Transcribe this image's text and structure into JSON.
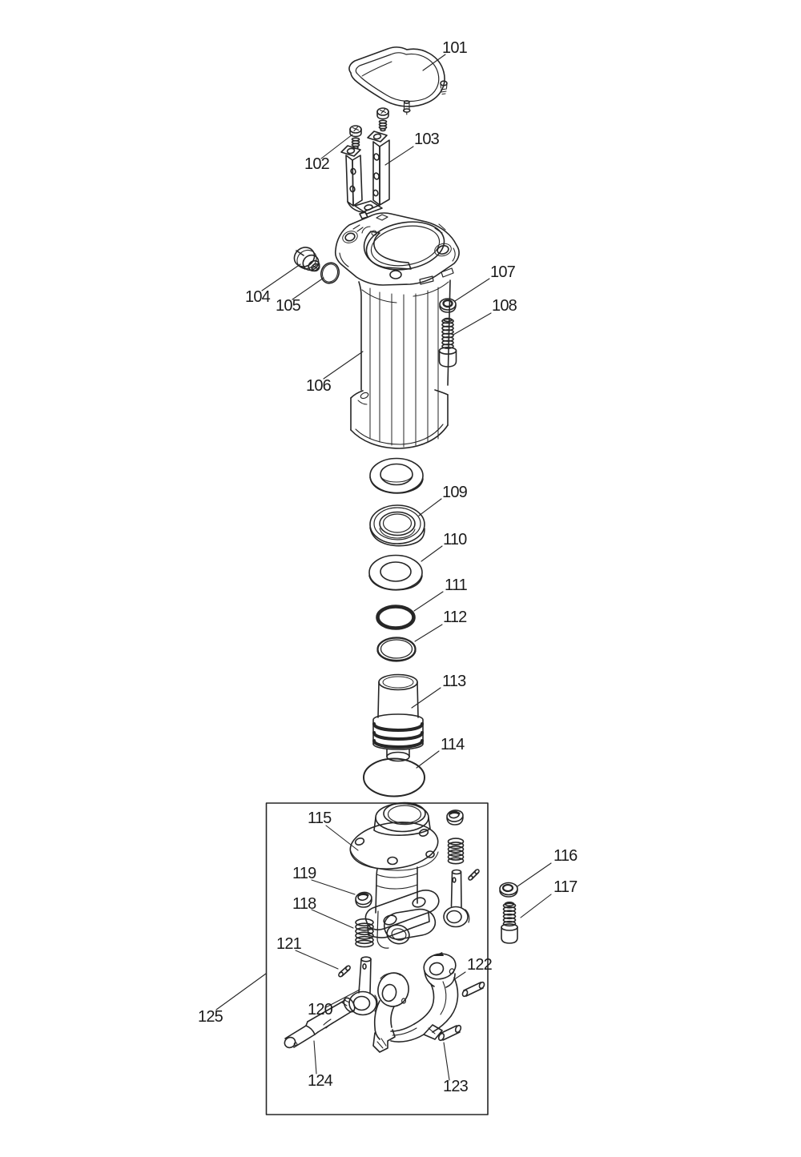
{
  "diagram": {
    "background_color": "#ffffff",
    "line_color": "#262626",
    "parts": [
      {
        "number": "101"
      },
      {
        "number": "102"
      },
      {
        "number": "103"
      },
      {
        "number": "104"
      },
      {
        "number": "105"
      },
      {
        "number": "106"
      },
      {
        "number": "107"
      },
      {
        "number": "108"
      },
      {
        "number": "109"
      },
      {
        "number": "110"
      },
      {
        "number": "111"
      },
      {
        "number": "112"
      },
      {
        "number": "113"
      },
      {
        "number": "114"
      },
      {
        "number": "115"
      },
      {
        "number": "116"
      },
      {
        "number": "117"
      },
      {
        "number": "118"
      },
      {
        "number": "119"
      },
      {
        "number": "120"
      },
      {
        "number": "121"
      },
      {
        "number": "122"
      },
      {
        "number": "123"
      },
      {
        "number": "124"
      },
      {
        "number": "125"
      }
    ]
  }
}
